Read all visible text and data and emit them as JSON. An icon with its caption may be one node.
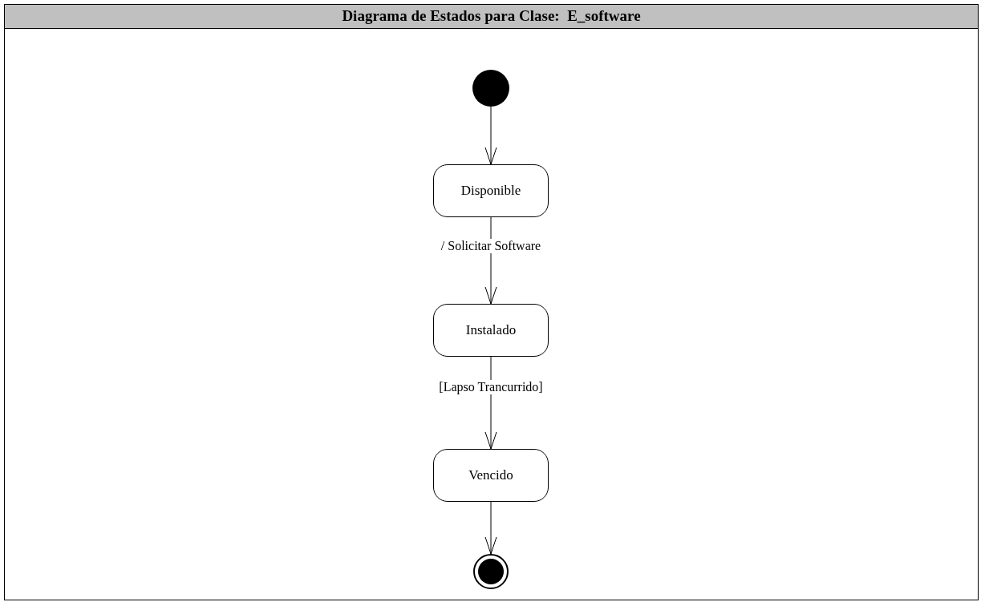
{
  "diagram": {
    "title": "Diagrama de Estados para Clase:  E_software",
    "nodes": [
      {
        "text": [],
        "shape": "circle"
      },
      {
        "text": [
          "Disponible"
        ]
      },
      {
        "text": [
          "Instalado"
        ]
      },
      {
        "text": [
          "Vencido"
        ]
      },
      {
        "text": [],
        "shape": "bullseye"
      }
    ],
    "edges": [
      {
        "from": 0,
        "to": 1,
        "arrow": "to"
      },
      {
        "from": 1,
        "to": 2,
        "arrow": "to",
        "label": "/ Solicitar Software"
      },
      {
        "from": 2,
        "to": 3,
        "arrow": "to",
        "label": "[Lapso Trancurrido]"
      },
      {
        "from": 3,
        "to": 4,
        "arrow": "to"
      }
    ]
  }
}
